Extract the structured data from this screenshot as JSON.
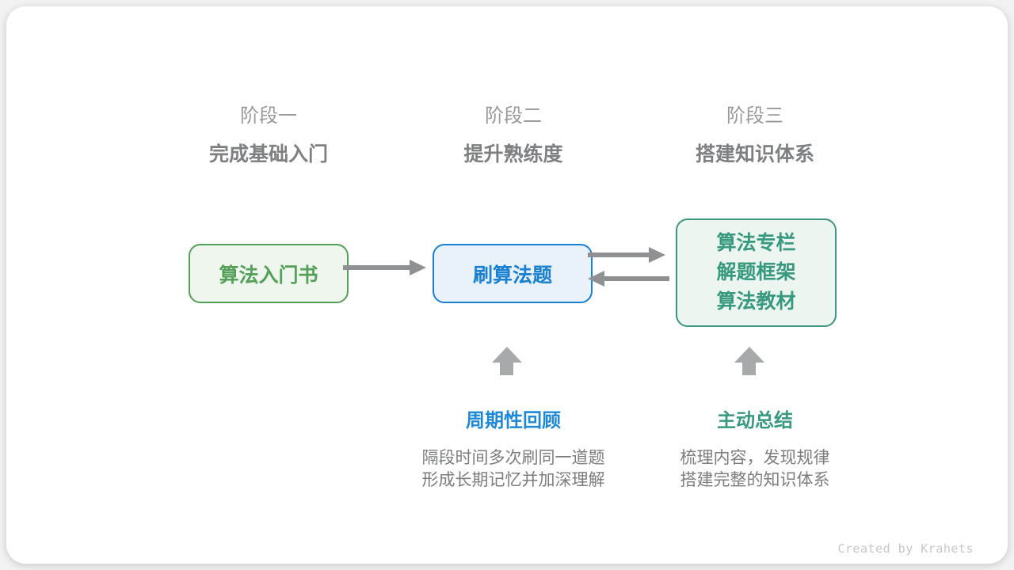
{
  "stages": [
    {
      "label": "阶段一",
      "subtitle": "完成基础入门"
    },
    {
      "label": "阶段二",
      "subtitle": "提升熟练度"
    },
    {
      "label": "阶段三",
      "subtitle": "搭建知识体系"
    }
  ],
  "nodes": {
    "intro_book": {
      "label": "算法入门书",
      "color": "#55A058"
    },
    "practice": {
      "label": "刷算法题",
      "color": "#1A80D1"
    },
    "knowledge": {
      "lines": [
        "算法专栏",
        "解题框架",
        "算法教材"
      ],
      "color": "#37997E"
    }
  },
  "annotations": {
    "review": {
      "title": "周期性回顾",
      "desc": [
        "隔段时间多次刷同一道题",
        "形成长期记忆并加深理解"
      ],
      "color": "#1E88D8"
    },
    "summarize": {
      "title": "主动总结",
      "desc": [
        "梳理内容，发现规律",
        "搭建完整的知识体系"
      ],
      "color": "#37997E"
    }
  },
  "footer": {
    "credit": "Created by Krahets"
  },
  "colors": {
    "stage_label": "#98999B",
    "stage_subtitle": "#7E7F81",
    "arrow": "#8F9091",
    "up_arrow": "#A8A9AB",
    "desc_text": "#7C7D7F",
    "green_bg": "#EEF6EE",
    "blue_bg": "#E9F2FB",
    "teal_bg": "#EDF5F1",
    "card_bg": "#FFFFFF"
  }
}
